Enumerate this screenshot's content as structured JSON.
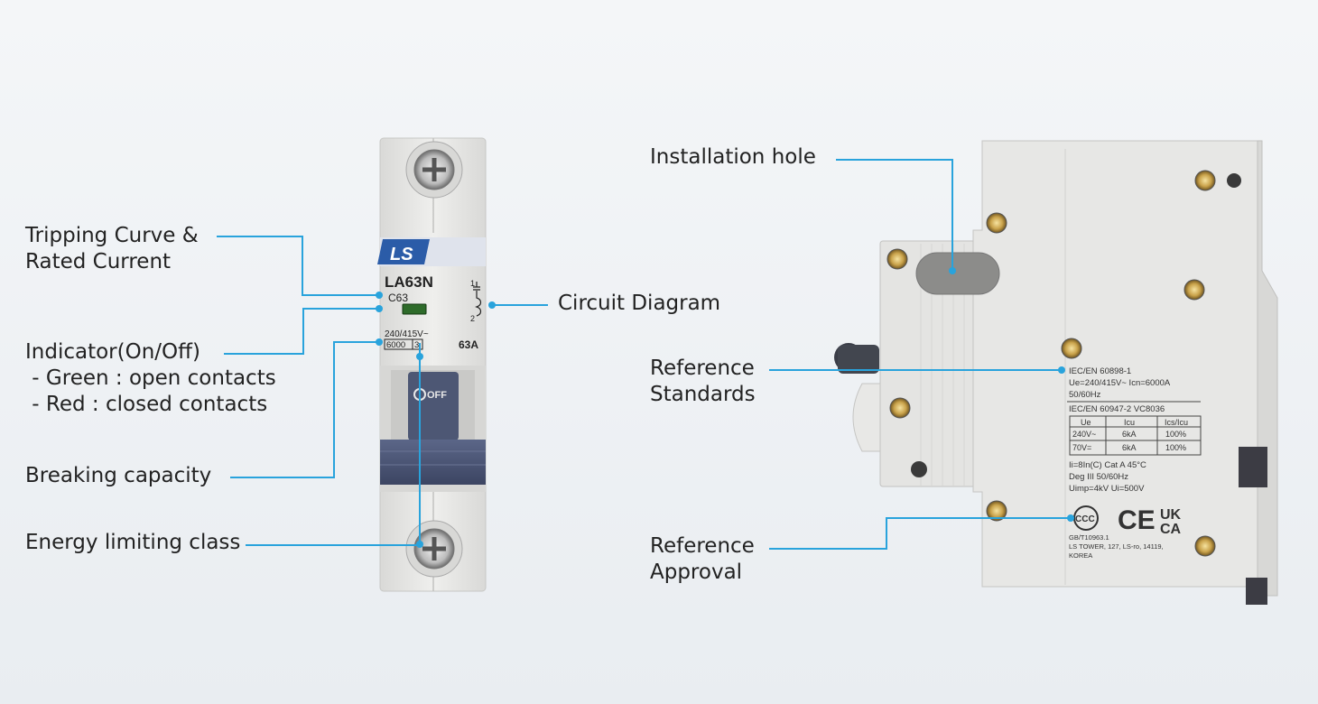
{
  "labels": {
    "tripping_line1": "Tripping Curve &",
    "tripping_line2": "Rated Current",
    "indicator_title": "Indicator(On/Off)",
    "indicator_green": " - Green : open contacts",
    "indicator_red": " - Red : closed contacts",
    "breaking": "Breaking capacity",
    "energy": "Energy limiting class",
    "circuit": "Circuit Diagram",
    "install_hole": "Installation hole",
    "ref_std_line1": "Reference",
    "ref_std_line2": "Standards",
    "ref_app_line1": "Reference",
    "ref_app_line2": "Approval"
  },
  "front_breaker": {
    "brand": "LS",
    "model": "LA63N",
    "curve": "C63",
    "voltage": "240/415V~",
    "breaking_capacity": "6000",
    "energy_class": "3",
    "rated_current": "63A",
    "terminal_top": "1",
    "terminal_bottom": "2",
    "handle_text": "OFF"
  },
  "side_label": {
    "std1": "IEC/EN 60898-1",
    "std1_values": "Ue=240/415V~   Icn=6000A",
    "std1_freq": "50/60Hz",
    "std2": "IEC/EN 60947-2 VC8036",
    "table_headers": [
      "Ue",
      "Icu",
      "Ics/Icu"
    ],
    "table_rows": [
      [
        "240V~",
        "6kA",
        "100%"
      ],
      [
        "70V=",
        "6kA",
        "100%"
      ]
    ],
    "spec1": "Ii=8In(C)  Cat A    45°C",
    "spec2": "Deg III    50/60Hz",
    "spec3": "Uimp=4kV   Ui=500V",
    "ccc": "CCC",
    "ce": "CE",
    "ukca1": "UK",
    "ukca2": "CA",
    "addr1": "GB/T10963.1",
    "addr2": "LS TOWER, 127, LS-ro, 14119,",
    "addr3": "KOREA"
  },
  "colors": {
    "leader": "#29a3dc",
    "body": "#e6e6e4",
    "handle": "#4a5575",
    "brand_blue": "#2b5ca8"
  }
}
